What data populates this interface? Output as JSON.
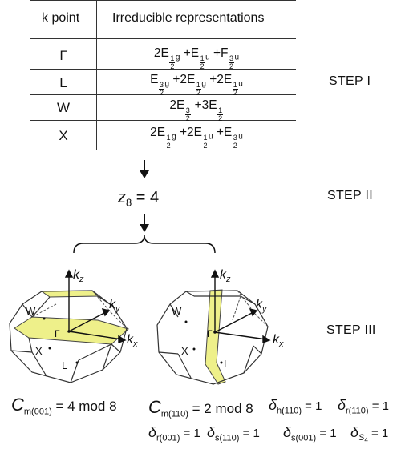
{
  "table": {
    "header_k": "k point",
    "header_ir": "Irreducible representations",
    "rows": [
      {
        "k": "Γ"
      },
      {
        "k": "L"
      },
      {
        "k": "W"
      },
      {
        "k": "X"
      }
    ]
  },
  "steps": {
    "one": "STEP I",
    "two": "STEP II",
    "three": "STEP III"
  },
  "z8": {
    "symbol": "z",
    "sub": "8",
    "rhs": "= 4"
  },
  "bz": {
    "labels": {
      "kz": "k",
      "kz_sub": "z",
      "ky": "k",
      "ky_sub": "y",
      "kx": "k",
      "kx_sub": "x",
      "W": "W",
      "X": "X",
      "L": "L",
      "G": "Γ"
    },
    "highlight_color": "#eef08a"
  },
  "invariants": {
    "c1": {
      "sym": "C",
      "sub": "m(001)",
      "rhs": "= 4 mod 8"
    },
    "c2": {
      "sym": "C",
      "sub": "m(110)",
      "rhs": "= 2 mod 8"
    },
    "d1": {
      "sym": "δ",
      "sub": "h(110)",
      "rhs": "= 1"
    },
    "d2": {
      "sym": "δ",
      "sub": "r(110)",
      "rhs": "= 1"
    },
    "d3": {
      "sym": "δ",
      "sub": "r(001)",
      "rhs": "= 1"
    },
    "d4": {
      "sym": "δ",
      "sub": "s(110)",
      "rhs": "= 1"
    },
    "d5": {
      "sym": "δ",
      "sub": "s(001)",
      "rhs": "= 1"
    },
    "d6": {
      "sym": "δ",
      "sub": "S",
      "sub2": "4",
      "rhs": "= 1"
    }
  }
}
